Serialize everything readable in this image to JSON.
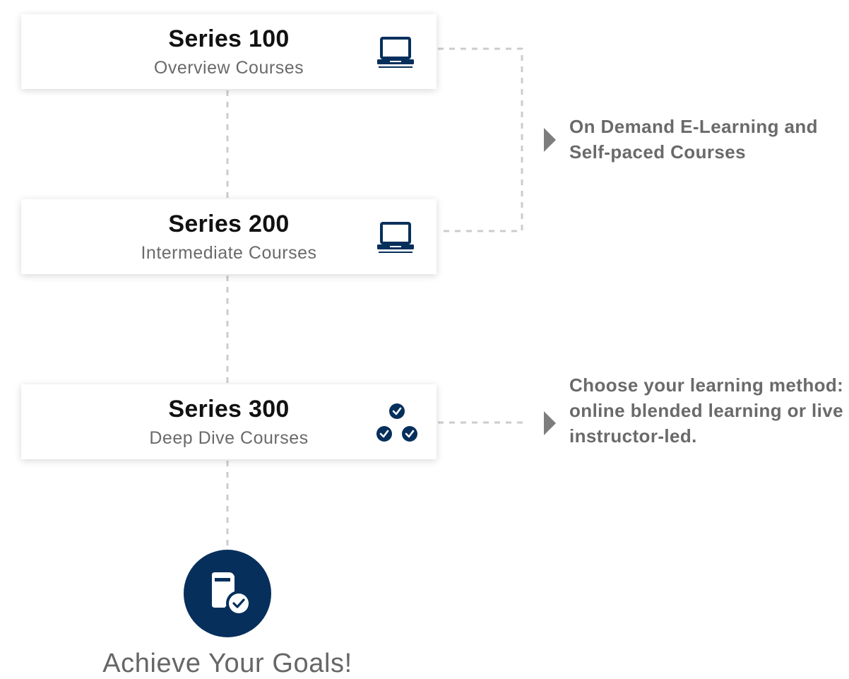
{
  "colors": {
    "navy": "#062f5c",
    "connector": "#cccccc",
    "arrow": "#7d7d7d",
    "title_text": "#111111",
    "muted_text": "#6a6a6a"
  },
  "series": [
    {
      "title": "Series 100",
      "subtitle": "Overview Courses",
      "icon": "laptop-icon"
    },
    {
      "title": "Series 200",
      "subtitle": "Intermediate Courses",
      "icon": "laptop-icon"
    },
    {
      "title": "Series 300",
      "subtitle": "Deep Dive Courses",
      "icon": "checkmarks-icon"
    }
  ],
  "notes": {
    "elearning": "On Demand E-Learning and Self-paced Courses",
    "learning_method": "Choose your learning method: online blended learning or live instructor-led."
  },
  "goal": {
    "label": "Achieve Your Goals!",
    "icon": "book-check-icon"
  }
}
